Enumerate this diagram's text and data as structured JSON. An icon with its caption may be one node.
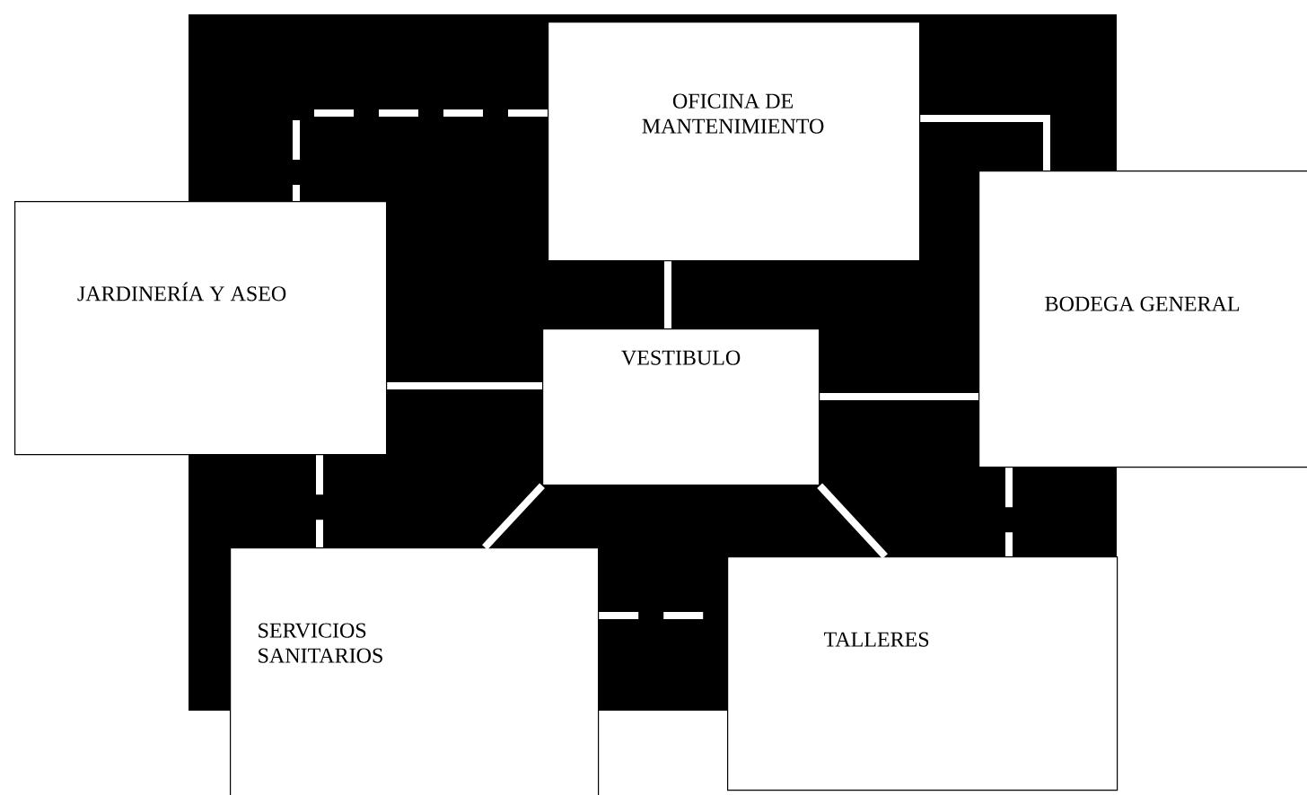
{
  "diagram": {
    "nodes": [
      {
        "text": [
          "OFICINA DE MANTENIMIENTO"
        ]
      },
      {
        "text": [
          "JARDINERÍA Y ASEO"
        ]
      },
      {
        "text": [
          "BODEGA GENERAL"
        ]
      },
      {
        "text": [
          "VESTIBULO"
        ]
      },
      {
        "text": [
          "SERVICIOS SANITARIOS"
        ]
      },
      {
        "text": [
          "TALLERES"
        ]
      }
    ],
    "edges": [
      {
        "from": 0,
        "to": 1,
        "arrow": "none",
        "style": "dashed"
      },
      {
        "from": 0,
        "to": 2,
        "arrow": "none"
      },
      {
        "from": 0,
        "to": 3,
        "arrow": "none"
      },
      {
        "from": 1,
        "to": 3,
        "arrow": "none"
      },
      {
        "from": 3,
        "to": 2,
        "arrow": "none"
      },
      {
        "from": 3,
        "to": 4,
        "arrow": "none"
      },
      {
        "from": 3,
        "to": 5,
        "arrow": "none"
      },
      {
        "from": 1,
        "to": 4,
        "arrow": "none",
        "style": "dashed"
      },
      {
        "from": 4,
        "to": 5,
        "arrow": "none",
        "style": "dashed"
      },
      {
        "from": 2,
        "to": 5,
        "arrow": "none",
        "style": "dashed"
      }
    ]
  }
}
